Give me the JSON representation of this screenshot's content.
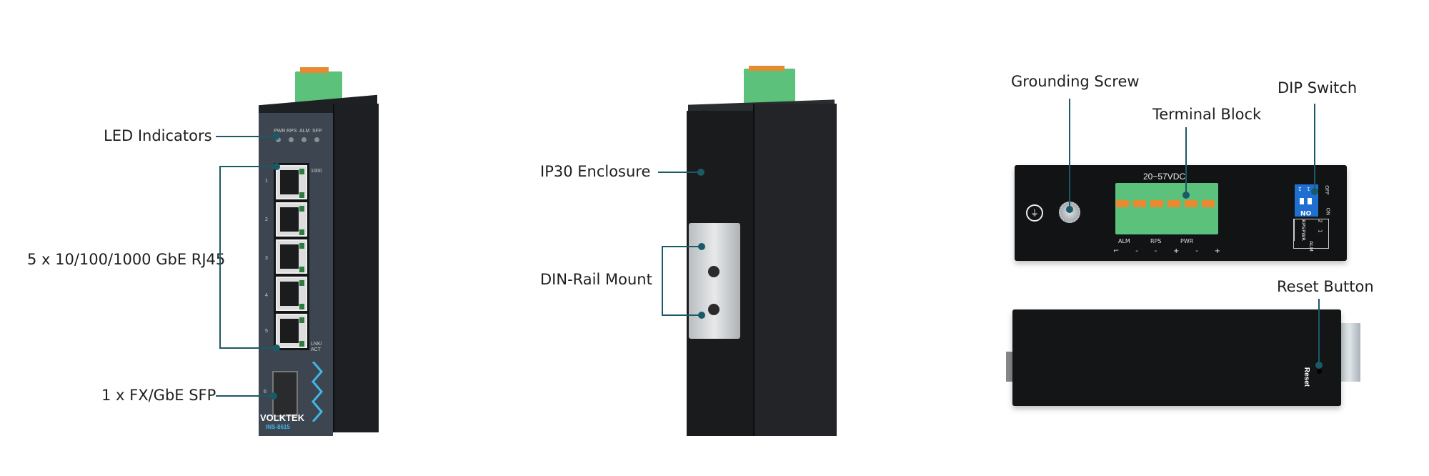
{
  "callouts": {
    "led_indicators": "LED Indicators",
    "rj45_ports": "5 x 10/100/1000 GbE RJ45",
    "sfp_port": "1 x FX/GbE SFP",
    "enclosure": "IP30 Enclosure",
    "din_rail": "DIN-Rail Mount",
    "grounding_screw": "Grounding Screw",
    "terminal_block": "Terminal Block",
    "dip_switch": "DIP Switch",
    "reset_button": "Reset Button"
  },
  "front_panel": {
    "leds": [
      "PWR",
      "RPS",
      "ALM",
      "SFP"
    ],
    "port_numbers": [
      "1",
      "2",
      "3",
      "4",
      "5",
      "6"
    ],
    "speed_label": "1000",
    "link_label": "LNK/ ACT",
    "brand": "VOLKTEK",
    "model": "INS-8615"
  },
  "top_panel": {
    "voltage": "20~57VDC",
    "terminal_labels": [
      "ALM",
      "RPS",
      "PWR"
    ],
    "terminal_polarity": [
      "⌐",
      "-",
      "-",
      "+",
      "-",
      "+"
    ],
    "dip_on": "ON",
    "dip_off": "OFF",
    "dip_numbers": [
      "1",
      "2"
    ],
    "dip_table": [
      "ALM",
      "1",
      "PWR",
      "2",
      "RPS"
    ]
  },
  "bottom_panel": {
    "reset_label": "Reset"
  },
  "colors": {
    "callout_line": "#1a5a66",
    "terminal_green": "#5cc17a",
    "accent_blue": "#3fb7e8"
  }
}
